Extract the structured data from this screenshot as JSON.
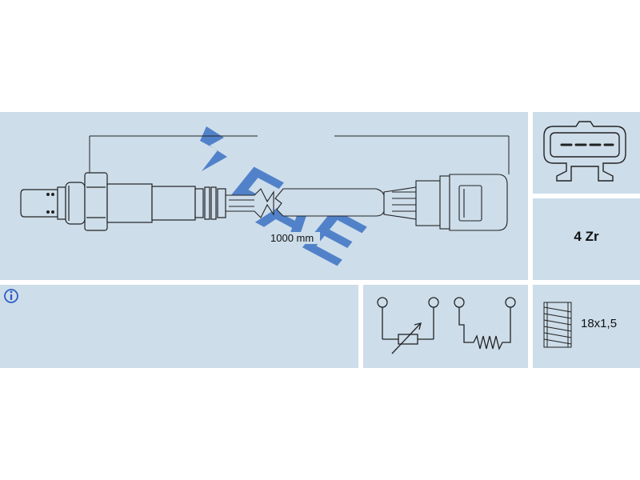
{
  "dimension": {
    "label": "1000 mm"
  },
  "wires": {
    "label": "4 Zr"
  },
  "thread": {
    "label": "18x1,5"
  },
  "logo": {
    "text": "FAE",
    "color": "#3c73c4"
  },
  "info": {
    "icon": "info-icon",
    "color": "#2e5ec4"
  },
  "colors": {
    "panel": "#cdddea",
    "line": "#222222"
  }
}
